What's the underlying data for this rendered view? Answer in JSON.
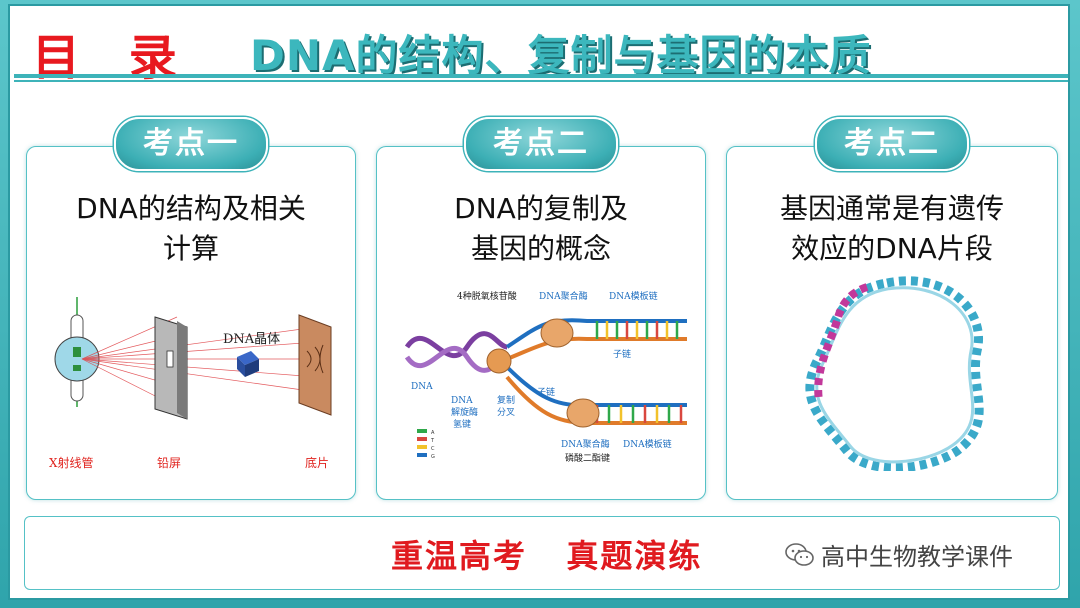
{
  "header": {
    "mulu": "目 录",
    "title": "DNA的结构、复制与基因的本质"
  },
  "cards": [
    {
      "badge": "考点一",
      "line1": "DNA的结构及相关",
      "line2": "计算",
      "labels": {
        "xray": "X射线管",
        "screen": "铅屏",
        "crystal": "DNA晶体",
        "film": "底片"
      }
    },
    {
      "badge": "考点二",
      "line1": "DNA的复制及",
      "line2": "基因的概念",
      "labels": {
        "dntp": "4种脱氧核苷酸",
        "poly_top": "DNA聚合酶",
        "template_top": "DNA模板链",
        "daughter_top": "子链",
        "dna": "DNA",
        "helicase": "DNA",
        "helicase2": "解旋酶",
        "hbond": "氢键",
        "fork": "复制",
        "fork2": "分叉",
        "daughter_bottom": "子链",
        "poly_bottom": "DNA聚合酶",
        "template_bottom": "DNA模板链",
        "phospho": "磷酸二酯键",
        "legend": [
          "A",
          "T",
          "C",
          "G"
        ]
      }
    },
    {
      "badge": "考点二",
      "line1": "基因通常是有遗传",
      "line2": "效应的DNA片段"
    }
  ],
  "bottom": {
    "review": "重温高考   真题演练",
    "wechat_label": "高中生物教学课件"
  },
  "colors": {
    "accent": "#3cb7bd",
    "red": "#e8191f",
    "border": "#55c1c6"
  }
}
